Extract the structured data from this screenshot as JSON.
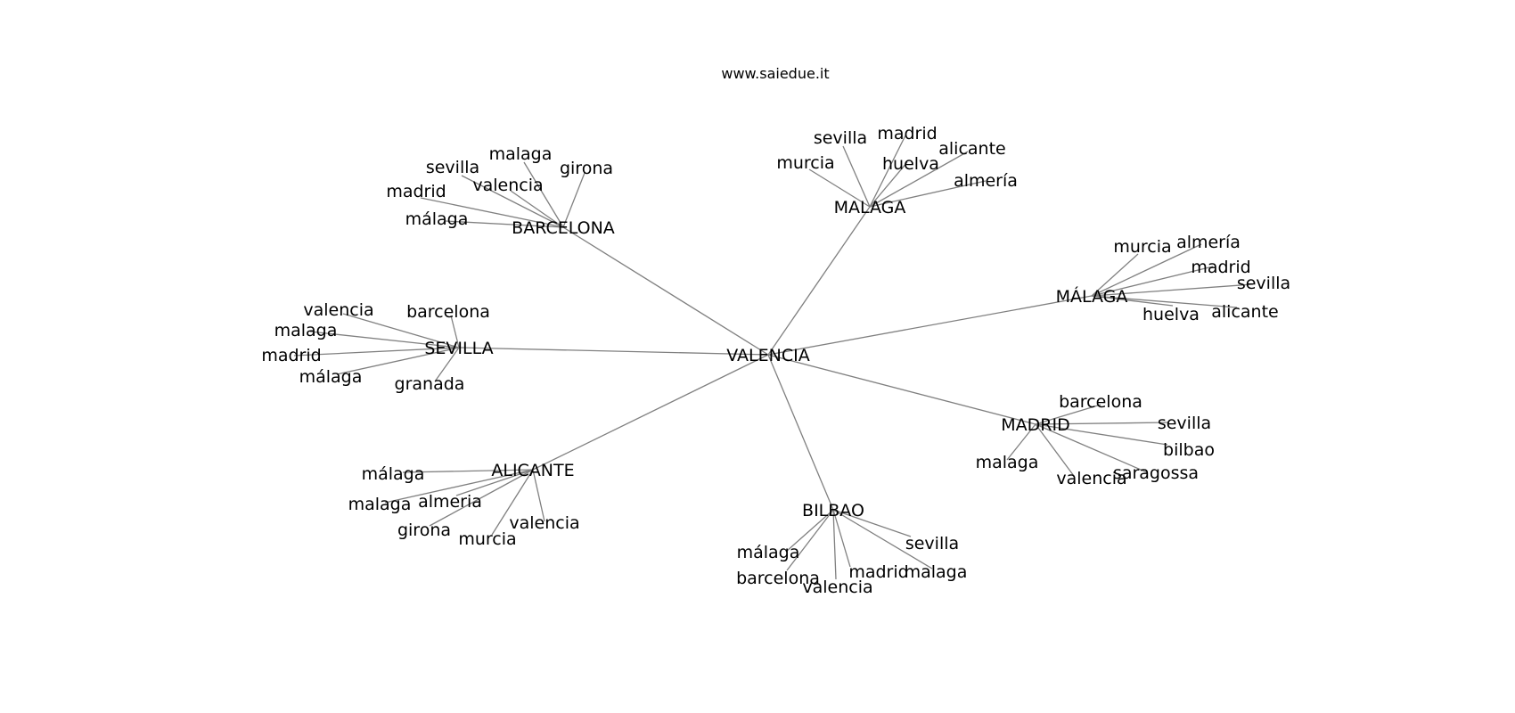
{
  "header": {
    "site": "www.saiedue.it"
  },
  "colors": {
    "edge": "#808080",
    "text": "#000000",
    "background": "#ffffff"
  },
  "graph": {
    "root": "VALENCIA",
    "hubs": [
      {
        "label": "BARCELONA",
        "leaves": [
          "sevilla",
          "malaga",
          "girona",
          "madrid",
          "valencia",
          "málaga"
        ]
      },
      {
        "label": "MALAGA",
        "leaves": [
          "sevilla",
          "madrid",
          "murcia",
          "huelva",
          "alicante",
          "almería"
        ]
      },
      {
        "label": "MÁLAGA",
        "leaves": [
          "murcia",
          "almería",
          "madrid",
          "sevilla",
          "huelva",
          "alicante"
        ]
      },
      {
        "label": "SEVILLA",
        "leaves": [
          "valencia",
          "barcelona",
          "malaga",
          "madrid",
          "málaga",
          "granada"
        ]
      },
      {
        "label": "MADRID",
        "leaves": [
          "barcelona",
          "sevilla",
          "bilbao",
          "malaga",
          "valencia",
          "saragossa"
        ]
      },
      {
        "label": "ALICANTE",
        "leaves": [
          "málaga",
          "malaga",
          "almeria",
          "girona",
          "murcia",
          "valencia"
        ]
      },
      {
        "label": "BILBAO",
        "leaves": [
          "sevilla",
          "málaga",
          "barcelona",
          "valencia",
          "madrid",
          "malaga"
        ]
      }
    ]
  }
}
